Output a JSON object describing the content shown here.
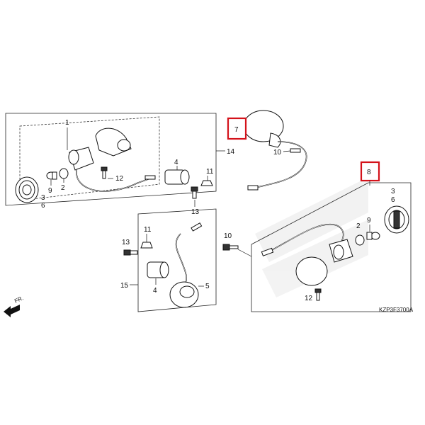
{
  "diagram": {
    "callouts": {
      "c1": "1",
      "c2": "2",
      "c3": "3",
      "c4": "4",
      "c5": "5",
      "c6": "6",
      "c7": "7",
      "c8": "8",
      "c9": "9",
      "c10": "10",
      "c11": "11",
      "c12": "12",
      "c13": "13",
      "c14": "14",
      "c15": "15"
    },
    "front_label": "FR.",
    "figure_code": "KZP3F3700A",
    "highlight_color": "#d4121a"
  }
}
